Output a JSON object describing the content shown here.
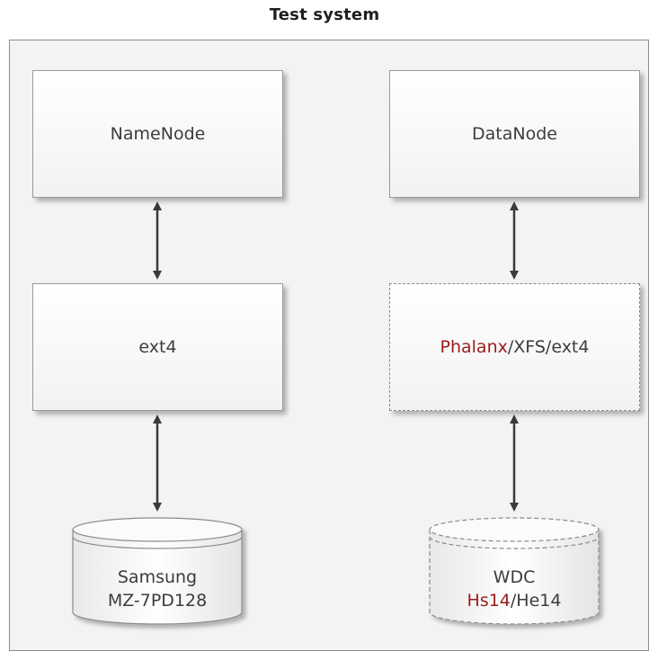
{
  "title": "Test system",
  "left": {
    "top_box": "NameNode",
    "mid_box": "ext4",
    "disk_line1": "Samsung",
    "disk_line2": "MZ-7PD128"
  },
  "right": {
    "top_box": "DataNode",
    "mid_box_highlight": "Phalanx",
    "mid_box_rest": "/XFS/ext4",
    "disk_line1": "WDC",
    "disk_line2_highlight": "Hs14",
    "disk_line2_rest": "/He14"
  },
  "colors": {
    "highlight": "#9b1b1b",
    "panel_bg": "#f3f3f3",
    "arrow": "#3a3a3a"
  }
}
